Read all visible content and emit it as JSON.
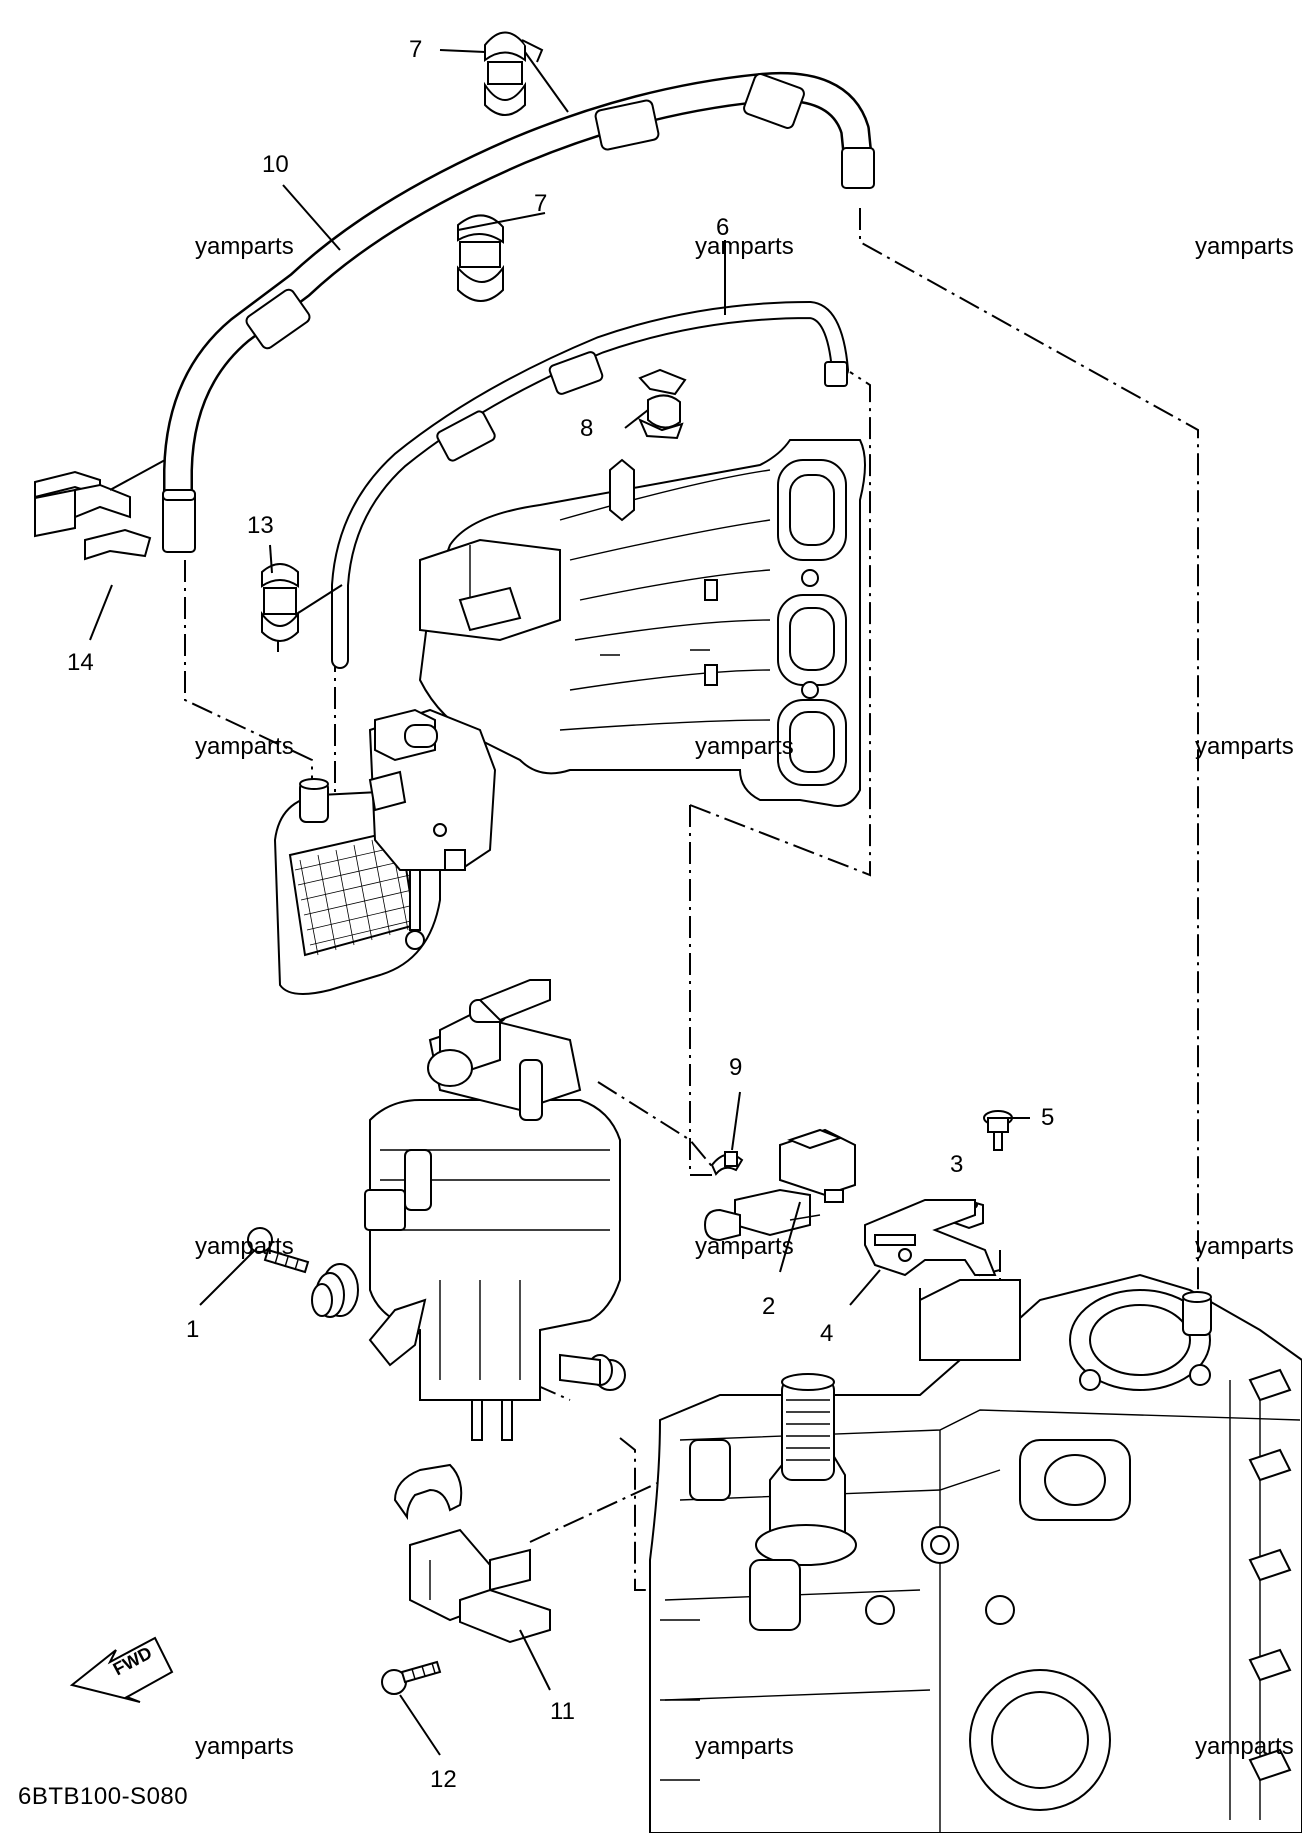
{
  "callouts": [
    {
      "id": "1",
      "text": "1"
    },
    {
      "id": "2",
      "text": "2"
    },
    {
      "id": "3",
      "text": "3"
    },
    {
      "id": "4",
      "text": "4"
    },
    {
      "id": "5",
      "text": "5"
    },
    {
      "id": "6",
      "text": "6"
    },
    {
      "id": "7a",
      "text": "7"
    },
    {
      "id": "7b",
      "text": "7"
    },
    {
      "id": "8",
      "text": "8"
    },
    {
      "id": "9",
      "text": "9"
    },
    {
      "id": "10",
      "text": "10"
    },
    {
      "id": "11",
      "text": "11"
    },
    {
      "id": "12",
      "text": "12"
    },
    {
      "id": "13",
      "text": "13"
    },
    {
      "id": "14",
      "text": "14"
    }
  ],
  "watermark": "yamparts",
  "diagram_code": "6BTB100-S080",
  "fwd_label": "FWD"
}
